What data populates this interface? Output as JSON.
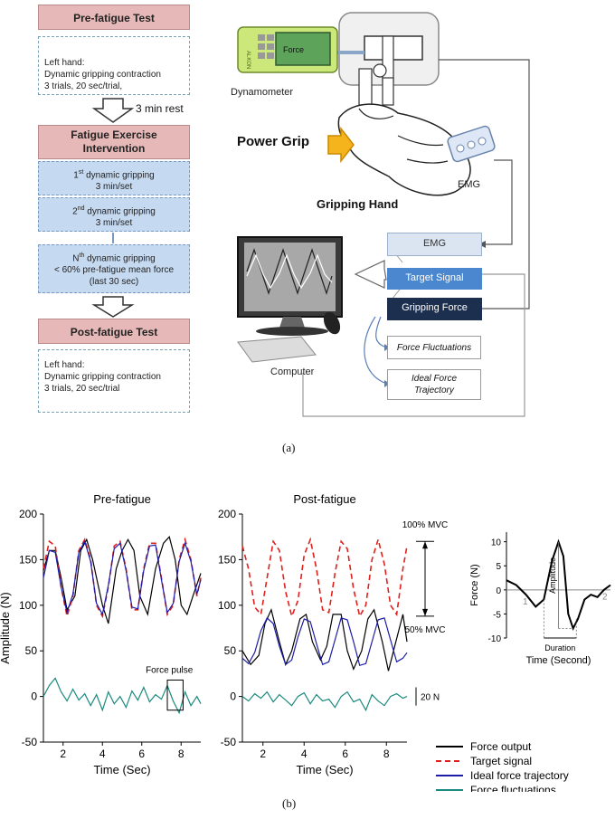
{
  "flowchart": {
    "pre_test_title": "Pre-fatigue Test",
    "pre_test_lines": [
      "Left hand:",
      "Dynamic gripping contraction",
      "3 trials, 20 sec/trial,"
    ],
    "rest_label": "3 min rest",
    "intervention_title": [
      "Fatigue Exercise",
      "Intervention"
    ],
    "set1": {
      "n": "1",
      "sup": "st",
      "text": " dynamic gripping",
      "sub": "3 min/set"
    },
    "set2": {
      "n": "2",
      "sup": "nd",
      "text": " dynamic gripping",
      "sub": "3 min/set"
    },
    "setN": {
      "n": "N",
      "sup": "th",
      "text": " dynamic gripping",
      "line2": "< 60% pre-fatigue mean force",
      "line3": "(last 30 sec)"
    },
    "post_test_title": "Post-fatigue Test",
    "post_test_lines": [
      "Left hand:",
      "Dynamic gripping contraction",
      "3 trials, 20 sec/trial"
    ]
  },
  "apparatus": {
    "dynamometer_label": "Dynamometer",
    "screen_text": "Force",
    "brand_text": "ALKON",
    "power_grip_label": "Power Grip",
    "gripping_hand_label": "Gripping Hand",
    "emg_device_label": "EMG",
    "computer_label": "Computer",
    "emg_box": "EMG",
    "target_box": "Target Signal",
    "force_box": "Gripping Force",
    "fluct_box": "Force Fluctuations",
    "ideal_box": [
      "Ideal Force",
      "Trajectory"
    ]
  },
  "captions": {
    "a": "(a)",
    "b": "(b)"
  },
  "colors": {
    "force": "#000000",
    "target": "#e0201b",
    "ideal": "#1c1ca8",
    "fluct": "#1b8a7e",
    "header_fill": "#e6b8b7",
    "set_fill": "#c5d9f1"
  },
  "chart_data": [
    {
      "type": "line",
      "title": "Pre-fatigue",
      "xlabel": "Time (Sec)",
      "ylabel": "Amplitude (N)",
      "xlim": [
        1,
        9
      ],
      "ylim": [
        -50,
        200
      ],
      "xticks": [
        2,
        4,
        6,
        8
      ],
      "yticks": [
        -50,
        0,
        50,
        100,
        150,
        200
      ],
      "annotation": "Force pulse",
      "series": [
        {
          "name": "Force output",
          "color": "#000000",
          "dash": false,
          "x": [
            1.0,
            1.3,
            1.6,
            1.9,
            2.2,
            2.6,
            2.9,
            3.2,
            3.5,
            4.0,
            4.3,
            4.7,
            5.0,
            5.3,
            5.6,
            5.9,
            6.3,
            6.7,
            7.1,
            7.4,
            7.7,
            8.0,
            8.3,
            8.6,
            9.0
          ],
          "y": [
            138,
            160,
            160,
            130,
            95,
            110,
            160,
            172,
            150,
            100,
            80,
            140,
            160,
            172,
            160,
            110,
            90,
            140,
            168,
            175,
            150,
            100,
            90,
            110,
            135
          ]
        },
        {
          "name": "Target signal",
          "color": "#e0201b",
          "dash": true,
          "x": [
            1.0,
            1.3,
            1.6,
            1.9,
            2.2,
            2.5,
            2.8,
            3.1,
            3.4,
            3.7,
            4.0,
            4.3,
            4.6,
            4.9,
            5.2,
            5.5,
            5.8,
            6.1,
            6.4,
            6.7,
            7.0,
            7.3,
            7.6,
            7.9,
            8.2,
            8.5,
            8.8,
            9.0
          ],
          "y": [
            140,
            170,
            165,
            120,
            88,
            110,
            160,
            172,
            150,
            100,
            88,
            120,
            165,
            170,
            140,
            95,
            95,
            140,
            168,
            168,
            130,
            90,
            100,
            150,
            172,
            150,
            110,
            130
          ]
        },
        {
          "name": "Ideal force trajectory",
          "color": "#1c1ca8",
          "dash": false,
          "x": [
            1.0,
            1.3,
            1.6,
            1.9,
            2.2,
            2.5,
            2.8,
            3.1,
            3.4,
            3.7,
            4.0,
            4.3,
            4.6,
            4.9,
            5.2,
            5.5,
            5.8,
            6.1,
            6.4,
            6.7,
            7.0,
            7.3,
            7.6,
            7.9,
            8.2,
            8.5,
            8.8,
            9.0
          ],
          "y": [
            130,
            160,
            158,
            120,
            92,
            112,
            158,
            170,
            148,
            102,
            90,
            122,
            162,
            168,
            138,
            98,
            96,
            138,
            165,
            166,
            128,
            92,
            102,
            148,
            168,
            148,
            112,
            128
          ]
        },
        {
          "name": "Force fluctuations",
          "color": "#1b8a7e",
          "dash": false,
          "x": [
            1.0,
            1.3,
            1.6,
            1.9,
            2.2,
            2.5,
            2.8,
            3.1,
            3.4,
            3.7,
            4.0,
            4.3,
            4.6,
            4.9,
            5.2,
            5.5,
            5.8,
            6.1,
            6.4,
            6.7,
            7.0,
            7.3,
            7.6,
            7.9,
            8.2,
            8.5,
            8.8,
            9.0
          ],
          "y": [
            0,
            12,
            20,
            5,
            -5,
            8,
            -4,
            3,
            -10,
            2,
            -15,
            5,
            -8,
            0,
            -12,
            6,
            -4,
            10,
            -6,
            2,
            -3,
            12,
            -5,
            -18,
            5,
            -10,
            0,
            -8
          ]
        }
      ]
    },
    {
      "type": "line",
      "title": "Post-fatigue",
      "xlabel": "Time (Sec)",
      "xlim": [
        1,
        9
      ],
      "ylim": [
        -50,
        200
      ],
      "xticks": [
        2,
        4,
        6,
        8
      ],
      "yticks": [
        -50,
        0,
        50,
        100,
        150,
        200
      ],
      "annotations": [
        "100% MVC",
        "50% MVC",
        "20 N"
      ],
      "series": [
        {
          "name": "Force output",
          "color": "#000000",
          "dash": false,
          "x": [
            1.0,
            1.4,
            1.8,
            2.1,
            2.4,
            2.8,
            3.1,
            3.4,
            3.8,
            4.1,
            4.4,
            4.8,
            5.1,
            5.4,
            5.8,
            6.1,
            6.4,
            6.8,
            7.1,
            7.4,
            7.8,
            8.1,
            8.4,
            8.8,
            9.0
          ],
          "y": [
            50,
            35,
            45,
            80,
            95,
            60,
            35,
            50,
            85,
            90,
            60,
            40,
            55,
            90,
            90,
            50,
            30,
            50,
            85,
            95,
            60,
            28,
            55,
            90,
            60
          ]
        },
        {
          "name": "Target signal",
          "color": "#e0201b",
          "dash": true,
          "x": [
            1.0,
            1.3,
            1.6,
            1.9,
            2.2,
            2.5,
            2.8,
            3.1,
            3.4,
            3.7,
            4.0,
            4.3,
            4.6,
            4.9,
            5.2,
            5.5,
            5.8,
            6.1,
            6.4,
            6.7,
            7.0,
            7.3,
            7.6,
            7.9,
            8.2,
            8.5,
            8.8,
            9.0
          ],
          "y": [
            165,
            140,
            98,
            90,
            130,
            170,
            160,
            115,
            88,
            105,
            155,
            172,
            140,
            95,
            92,
            135,
            170,
            162,
            118,
            88,
            100,
            150,
            172,
            145,
            100,
            90,
            140,
            165
          ]
        },
        {
          "name": "Ideal force trajectory",
          "color": "#1c1ca8",
          "dash": false,
          "x": [
            1.0,
            1.3,
            1.6,
            1.9,
            2.2,
            2.5,
            2.8,
            3.1,
            3.4,
            3.7,
            4.0,
            4.3,
            4.6,
            4.9,
            5.2,
            5.5,
            5.8,
            6.1,
            6.4,
            6.7,
            7.0,
            7.3,
            7.6,
            7.9,
            8.2,
            8.5,
            8.8,
            9.0
          ],
          "y": [
            42,
            36,
            48,
            72,
            86,
            80,
            55,
            35,
            40,
            65,
            85,
            82,
            58,
            35,
            38,
            62,
            86,
            84,
            60,
            34,
            36,
            60,
            84,
            86,
            62,
            38,
            42,
            48
          ]
        },
        {
          "name": "Force fluctuations",
          "color": "#1b8a7e",
          "dash": false,
          "x": [
            1.0,
            1.3,
            1.6,
            1.9,
            2.2,
            2.5,
            2.8,
            3.1,
            3.4,
            3.7,
            4.0,
            4.3,
            4.6,
            4.9,
            5.2,
            5.5,
            5.8,
            6.1,
            6.4,
            6.7,
            7.0,
            7.3,
            7.6,
            7.9,
            8.2,
            8.5,
            8.8,
            9.0
          ],
          "y": [
            0,
            -5,
            3,
            -2,
            5,
            -6,
            2,
            -4,
            -10,
            0,
            4,
            -8,
            2,
            -5,
            -3,
            -12,
            0,
            5,
            -6,
            -3,
            -15,
            2,
            -5,
            -10,
            0,
            3,
            -2,
            0
          ]
        }
      ]
    },
    {
      "type": "line",
      "xlabel": "Time (Second)",
      "ylabel": "Force (N)",
      "ylim": [
        -10,
        12
      ],
      "yticks": [
        -10,
        -5,
        0,
        5,
        10
      ],
      "annotations": [
        "Amplitude",
        "Duration",
        "1",
        "2"
      ],
      "series": [
        {
          "name": "",
          "color": "#000000",
          "dash": false,
          "x": [
            0,
            0.6,
            1.2,
            1.8,
            2.3,
            2.8,
            3.2,
            3.5,
            3.8,
            4.1,
            4.4,
            4.8,
            5.2,
            5.6,
            6.0,
            6.4
          ],
          "y": [
            2,
            1,
            -1,
            -3.5,
            -2,
            6,
            10,
            7,
            -5,
            -8,
            -6,
            -2,
            -1,
            -1.5,
            0,
            1
          ]
        }
      ]
    }
  ],
  "legend": [
    {
      "label": "Force output",
      "color": "#000000",
      "dash": false
    },
    {
      "label": "Target signal",
      "color": "#e0201b",
      "dash": true
    },
    {
      "label": "Ideal force trajectory",
      "color": "#1c1ca8",
      "dash": false
    },
    {
      "label": "Force fluctuations",
      "color": "#1b8a7e",
      "dash": false
    }
  ]
}
